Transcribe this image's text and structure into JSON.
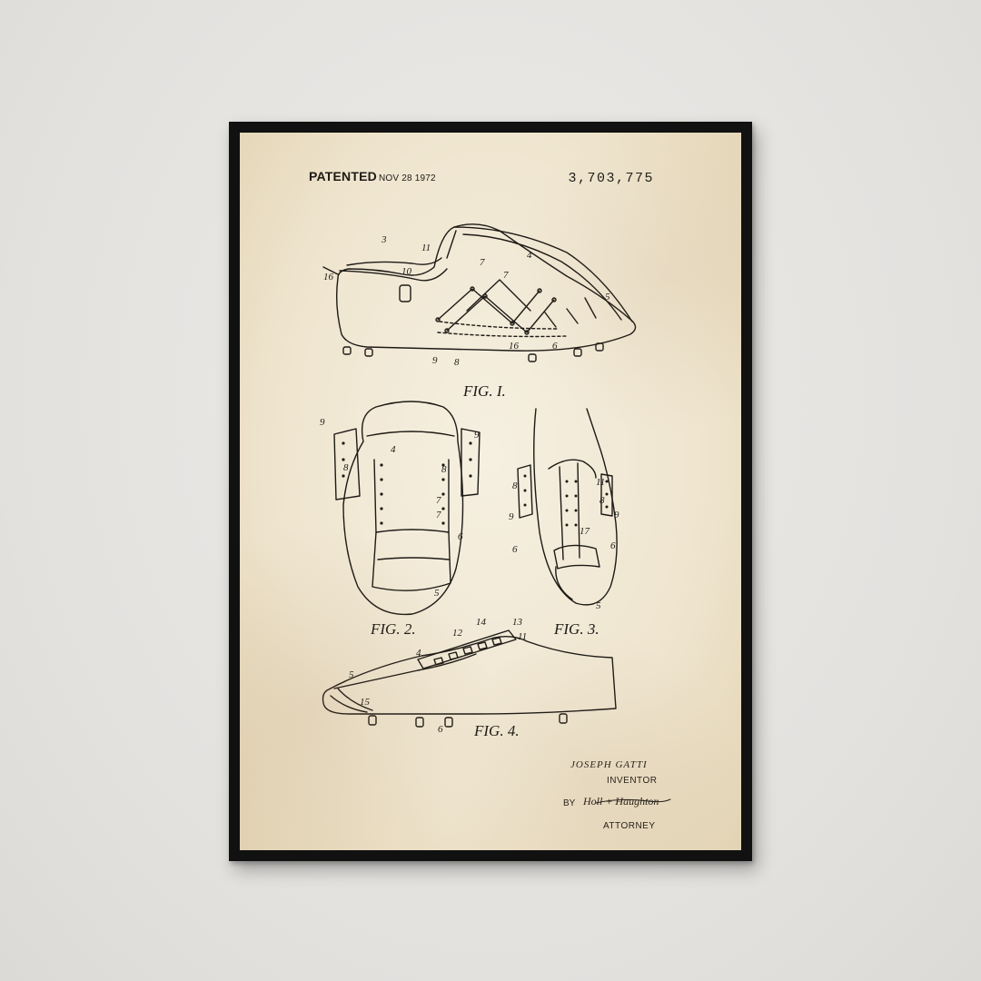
{
  "header": {
    "patented": "PATENTED",
    "date": "NOV 28 1972",
    "patent_number": "3,703,775"
  },
  "figures": {
    "fig1": "FIG. I.",
    "fig2": "FIG. 2.",
    "fig3": "FIG. 3.",
    "fig4": "FIG. 4."
  },
  "signature": {
    "inventor_name": "JOSEPH GATTI",
    "inventor_label": "INVENTOR",
    "by": "BY",
    "attorney_signature": "Holl + Haughton",
    "attorney_label": "ATTORNEY"
  },
  "ref_numbers": {
    "fig1": [
      "3",
      "11",
      "16",
      "10",
      "7",
      "7",
      "4",
      "5",
      "9",
      "8",
      "16",
      "6"
    ],
    "fig2": [
      "9",
      "4",
      "9",
      "8",
      "8",
      "7",
      "7",
      "6",
      "5"
    ],
    "fig3": [
      "11",
      "8",
      "8",
      "9",
      "9",
      "17",
      "6",
      "6",
      "5"
    ],
    "fig4": [
      "14",
      "13",
      "12",
      "11",
      "4",
      "5",
      "15",
      "6"
    ]
  }
}
